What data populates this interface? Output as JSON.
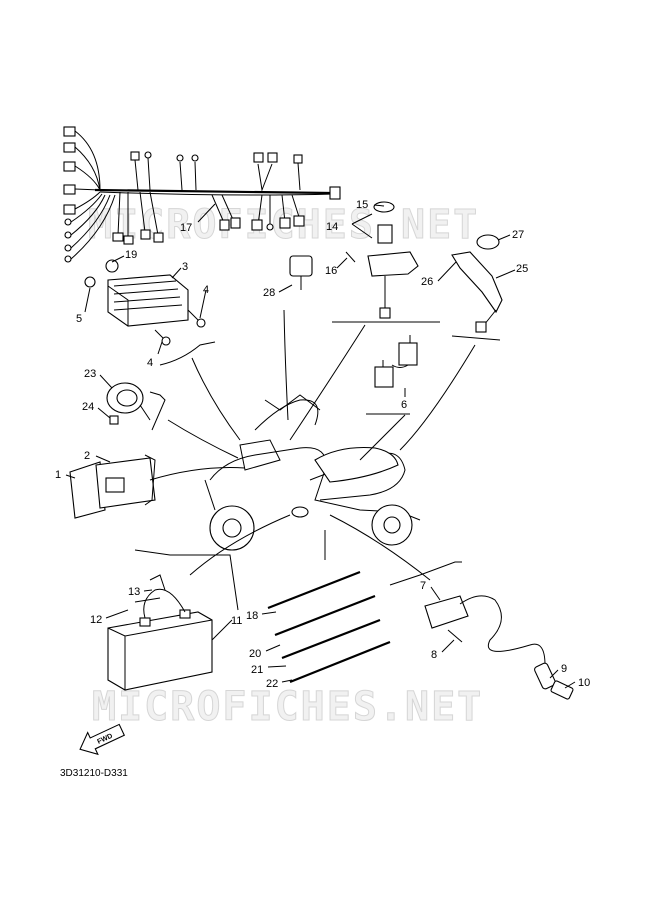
{
  "watermarks": [
    "MICROFICHES.NET",
    "MICROFICHES.NET"
  ],
  "diagram_code": "3D31210-D331",
  "forward_arrow_label": "FWD",
  "callouts": [
    "1",
    "2",
    "3",
    "4",
    "4",
    "5",
    "6",
    "7",
    "8",
    "9",
    "10",
    "11",
    "12",
    "13",
    "14",
    "15",
    "16",
    "17",
    "18",
    "19",
    "20",
    "21",
    "22",
    "23",
    "24",
    "25",
    "26",
    "27",
    "28"
  ]
}
